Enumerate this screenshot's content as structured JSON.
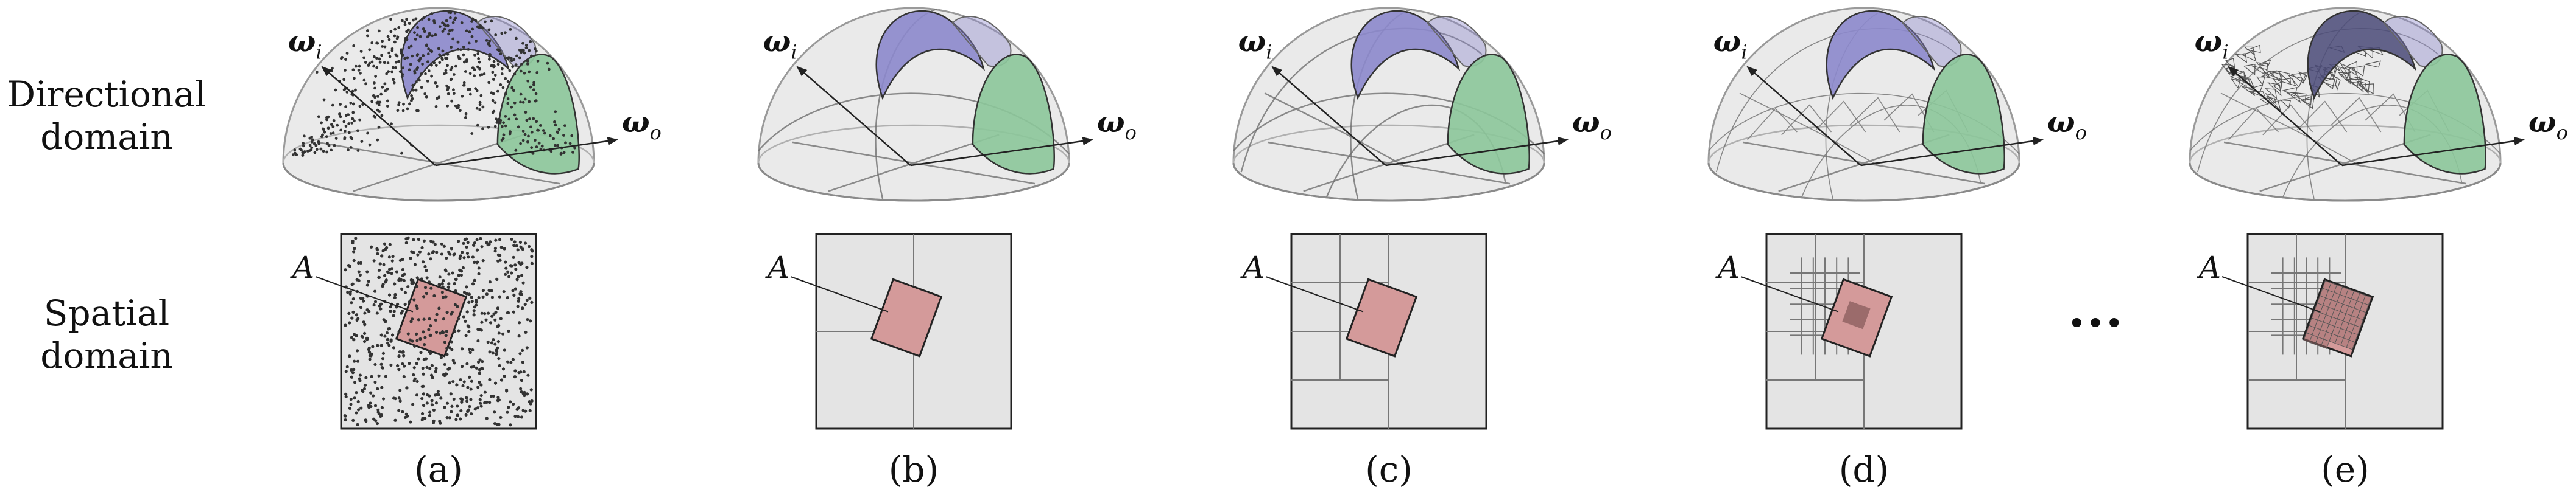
{
  "row_labels": {
    "directional": [
      "Directional",
      "domain"
    ],
    "spatial": [
      "Spatial",
      "domain"
    ]
  },
  "panels": [
    {
      "label": "(a)",
      "variant": "samples"
    },
    {
      "label": "(b)",
      "variant": "coarse-tree"
    },
    {
      "label": "(c)",
      "variant": "finer-tree"
    },
    {
      "label": "(d)",
      "variant": "fine-tree"
    },
    {
      "label": "(e)",
      "variant": "finest-tree"
    }
  ],
  "symbols": {
    "omega_in": {
      "main": "ω",
      "sub": "i"
    },
    "omega_out": {
      "main": "ω",
      "sub": "o"
    },
    "region": "A"
  },
  "ellipsis": "•••",
  "colors": {
    "hemisphere_fill": "#e6e6e6",
    "hemisphere_edge": "#9a9a9a",
    "purple_lobe": "#8c88cc",
    "purple_lobe_dark": "#4a4a78",
    "green_lobe": "#8cc79a",
    "region_fill": "#d49a9a",
    "square_fill": "#e4e4e4",
    "sample_dot": "#333333"
  }
}
